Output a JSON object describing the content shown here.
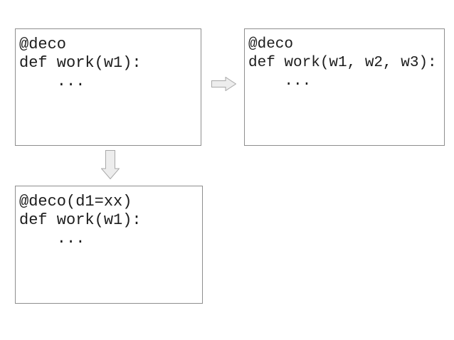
{
  "style": {
    "background": "#ffffff",
    "box_fill": "#ffffff",
    "box_border": "#8e8e8e",
    "text_color": "#1c1c1c",
    "arrow_fill": "#ededed",
    "arrow_stroke": "#a8a8a8"
  },
  "boxes": [
    {
      "name": "basic-decorator",
      "lines": [
        "@deco",
        "def work(w1):",
        "    ..."
      ]
    },
    {
      "name": "multi-param-function",
      "lines": [
        "@deco",
        "def work(w1, w2, w3):",
        "    ..."
      ]
    },
    {
      "name": "decorator-with-args",
      "lines": [
        "@deco(d1=xx)",
        "def work(w1):",
        "    ..."
      ]
    }
  ],
  "arrows": [
    {
      "name": "right-arrow",
      "direction": "right"
    },
    {
      "name": "down-arrow",
      "direction": "down"
    }
  ]
}
